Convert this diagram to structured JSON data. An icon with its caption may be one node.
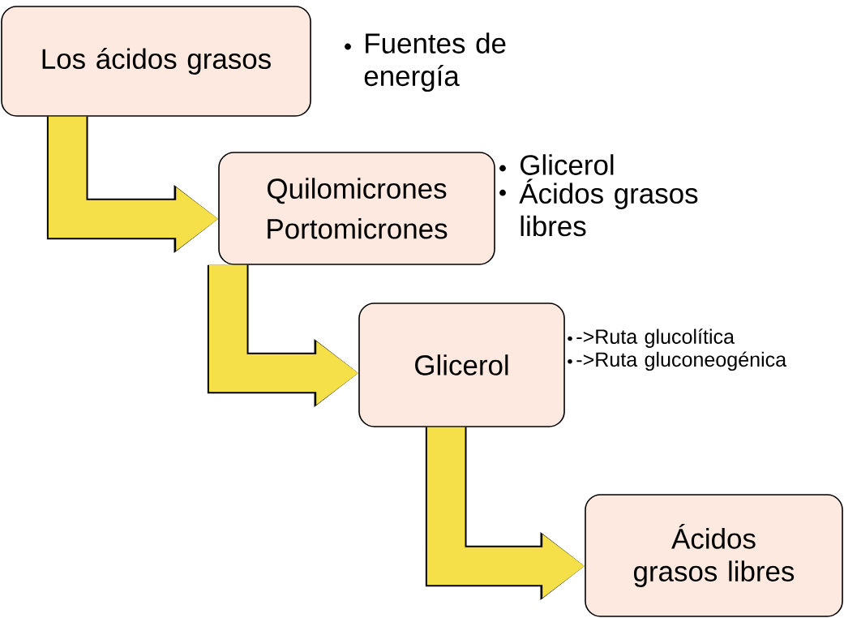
{
  "diagram": {
    "nodes": [
      {
        "text": [
          "Los ácidos grasos"
        ],
        "beside": [
          "Fuentes de energía"
        ]
      },
      {
        "text": [
          "Quilomicrones",
          "Portomicrones"
        ],
        "beside": [
          "Glicerol",
          "Ácidos grasos libres"
        ]
      },
      {
        "text": [
          "Glicerol"
        ],
        "beside": [
          "->Ruta glucolítica",
          "->Ruta gluconeogénica"
        ]
      },
      {
        "text": [
          "Ácidos grasos libres"
        ]
      }
    ],
    "edges": [
      {
        "from": 0,
        "to": 1,
        "arrow": "to"
      },
      {
        "from": 1,
        "to": 2,
        "arrow": "to"
      },
      {
        "from": 2,
        "to": 3,
        "arrow": "to"
      }
    ]
  }
}
